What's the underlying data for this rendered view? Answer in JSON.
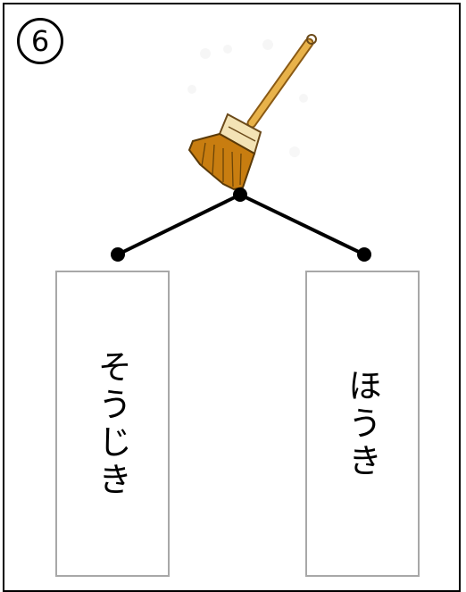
{
  "question": {
    "number": "6"
  },
  "picture": {
    "icon": "broom-icon"
  },
  "choices": [
    {
      "label": "そうじき"
    },
    {
      "label": "ほうき"
    }
  ]
}
